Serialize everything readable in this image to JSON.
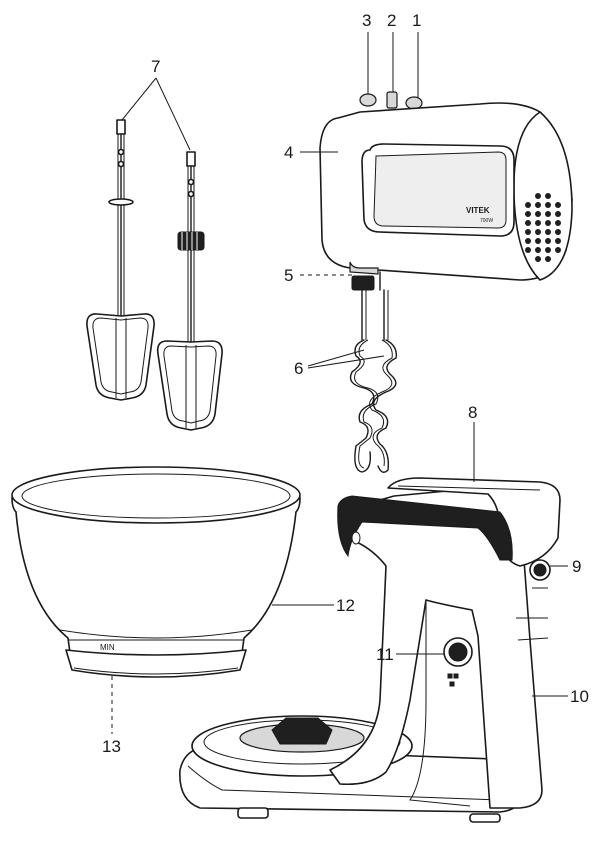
{
  "callouts": {
    "c1": "1",
    "c2": "2",
    "c3": "3",
    "c4": "4",
    "c5": "5",
    "c6": "6",
    "c7": "7",
    "c8": "8",
    "c9": "9",
    "c10": "10",
    "c11": "11",
    "c12": "12",
    "c13": "13"
  },
  "product": {
    "brand": "VITEK",
    "power": "700W"
  },
  "bowl": {
    "min_mark": "MIN"
  },
  "icons": [
    "beater-icon",
    "dough-hook-icon",
    "hand-mixer-icon",
    "mixing-bowl-icon",
    "stand-base-icon"
  ]
}
